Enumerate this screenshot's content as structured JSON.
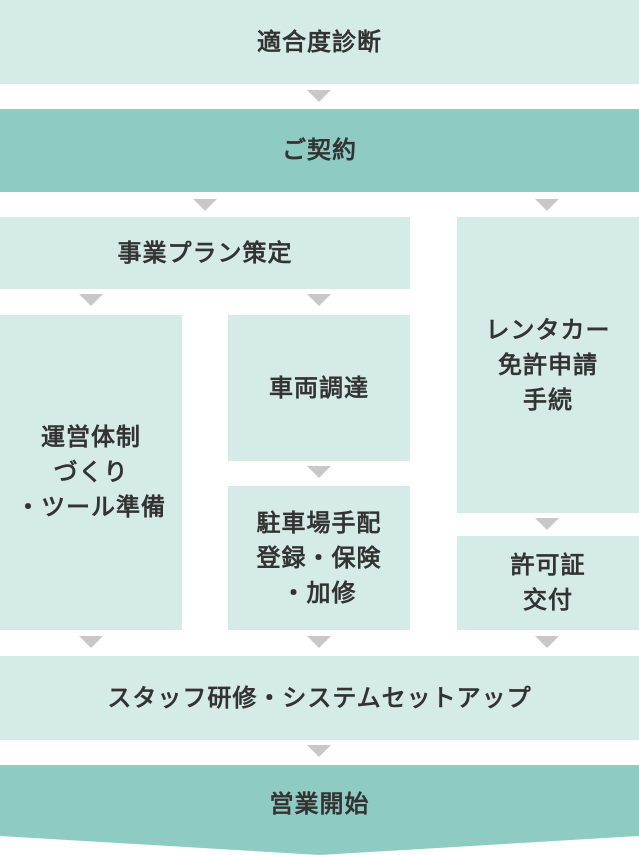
{
  "flow": {
    "step1": "適合度診断",
    "step2": "ご契約",
    "plan": "事業プラン策定",
    "operation": "運営体制\nづくり\n・ツール準備",
    "vehicle": "車両調達",
    "registration": "駐車場手配\n登録・保険\n・加修",
    "rental_permit": "レンタカー\n免許申請\n手続",
    "permit_issue": "許可証\n交付",
    "training": "スタッフ研修・システムセットアップ",
    "launch": "営業開始"
  },
  "colors": {
    "light_box": "#d4ebe7",
    "dark_box": "#8ecbc3",
    "arrow": "#c8c8c8",
    "text": "#333333"
  }
}
